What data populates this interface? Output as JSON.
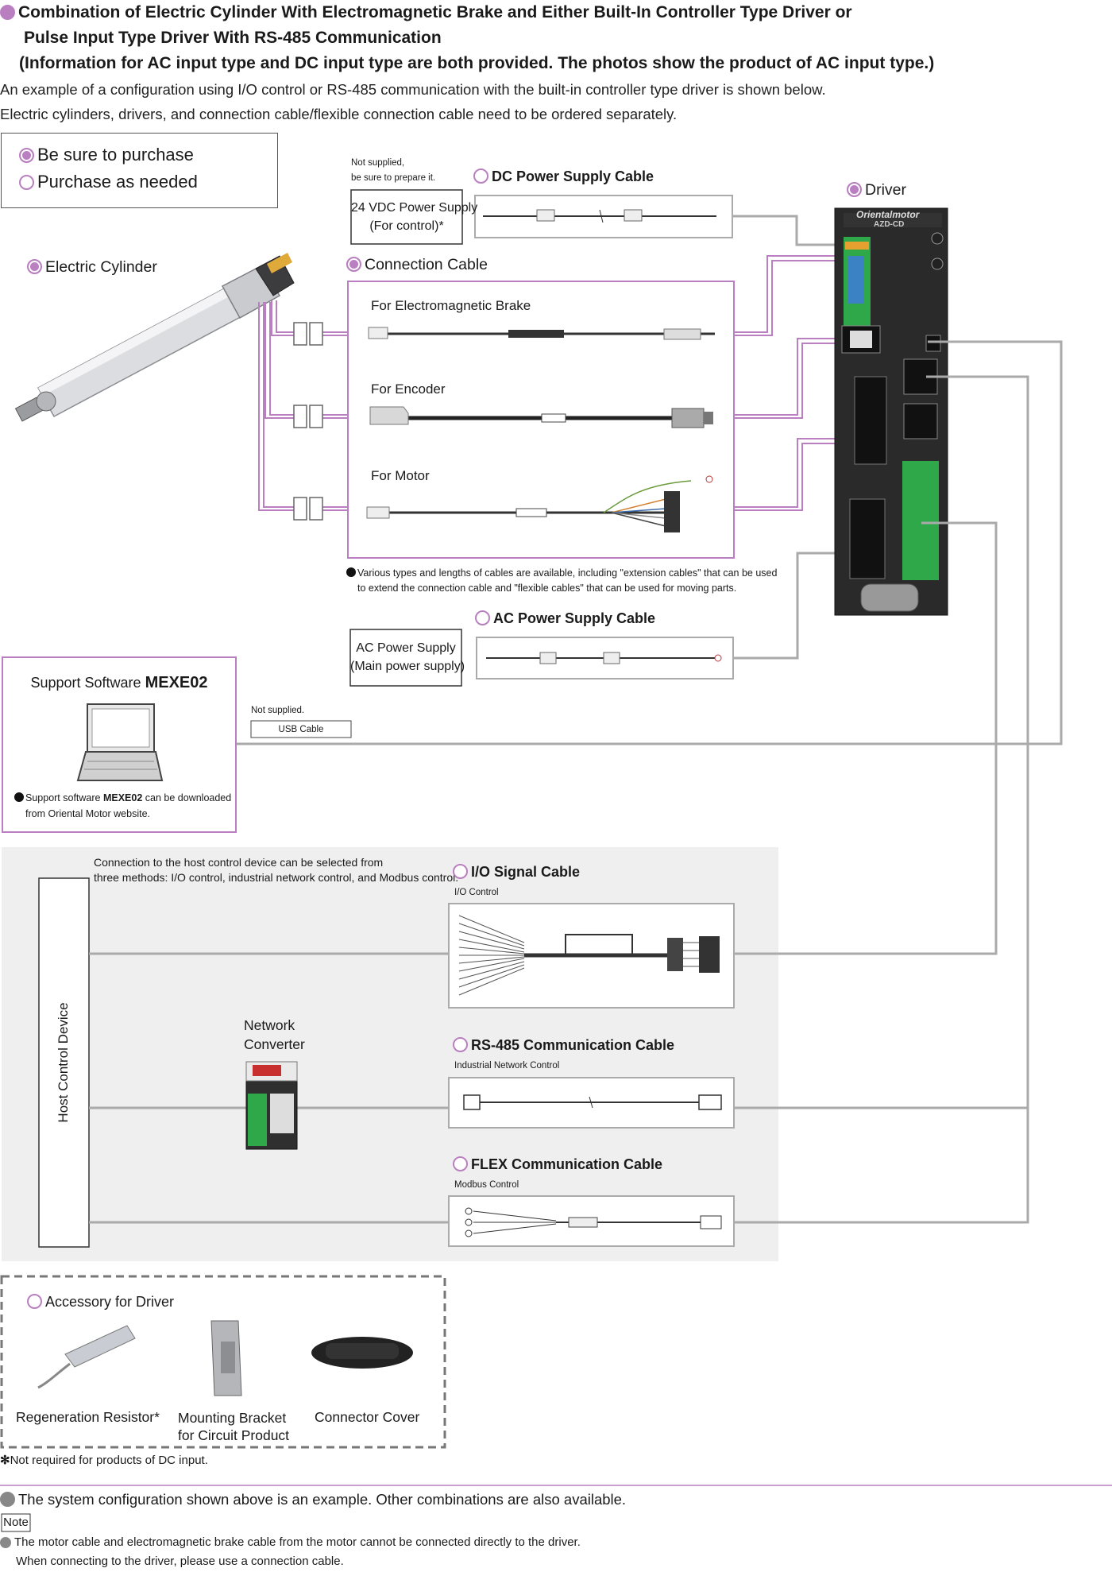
{
  "header": {
    "title_line1": "Combination of Electric Cylinder With Electromagnetic Brake and Either Built-In Controller Type Driver or",
    "title_line2": "Pulse Input Type Driver With RS-485 Communication",
    "title_line3": "(Information for AC input type and DC input type are both provided. The photos show the product of AC input type.)",
    "desc_line1": "An example of a configuration using I/O control or RS-485 communication with the built-in controller type driver is shown below.",
    "desc_line2": "Electric cylinders, drivers, and connection cable/flexible connection cable need to be ordered separately."
  },
  "legend": {
    "must": "Be sure to purchase",
    "optional": "Purchase as needed"
  },
  "components": {
    "electric_cylinder": "Electric Cylinder",
    "connection_cable": "Connection Cable",
    "brake_cable": "For Electromagnetic Brake",
    "encoder_cable": "For Encoder",
    "motor_cable": "For Motor",
    "cable_note_line1": "Various types and lengths of cables are available, including \"extension cables\" that can be used",
    "cable_note_line2": "to extend the connection cable and \"flexible cables\" that can be used for moving parts.",
    "dc_supply_note_line1": "Not supplied,",
    "dc_supply_note_line2": "be sure to prepare it.",
    "dc_supply_line1": "24 VDC Power Supply",
    "dc_supply_line2": "(For control)*",
    "dc_cable": "DC Power Supply Cable",
    "driver": "Driver",
    "driver_brand": "Orientalmotor",
    "driver_model": "AZD-CD",
    "ac_supply_line1": "AC Power Supply",
    "ac_supply_line2": "(Main power supply)",
    "ac_cable": "AC Power Supply Cable"
  },
  "software": {
    "title_prefix": "Support Software ",
    "title_name": "MEXE02",
    "note_prefix": "Support software ",
    "note_name": "MEXE02",
    "note_suffix": " can be downloaded",
    "note_line2": "from Oriental Motor website.",
    "usb_note": "Not supplied.",
    "usb_cable": "USB Cable"
  },
  "host": {
    "connection_note_line1": "Connection to the host control device can be selected from",
    "connection_note_line2": "three methods: I/O control, industrial network control, and Modbus control.",
    "host_device": "Host Control Device",
    "network_converter_line1": "Network",
    "network_converter_line2": "Converter",
    "io_cable": "I/O Signal Cable",
    "io_control": "I/O Control",
    "rs485_cable": "RS-485 Communication Cable",
    "rs485_control": "Industrial Network Control",
    "flex_cable": "FLEX Communication Cable",
    "flex_control": "Modbus Control"
  },
  "accessory": {
    "title": "Accessory for Driver",
    "resistor": "Regeneration Resistor*",
    "bracket_line1": "Mounting Bracket",
    "bracket_line2": "for Circuit Product",
    "cover": "Connector Cover"
  },
  "footer": {
    "dc_note": "Not required for products of DC input.",
    "example_note": "The system configuration shown above is an example. Other combinations are also available.",
    "note_tag": "Note",
    "note_line1": "The motor cable and electromagnetic brake cable from the motor cannot be connected directly to the driver.",
    "note_line2": "When connecting to the driver, please use a connection cable."
  },
  "colors": {
    "accent_purple": "#b97fc0",
    "cable_grey": "#aaaaaa",
    "panel_grey": "#efefef",
    "driver_body": "#2a2a2a"
  }
}
